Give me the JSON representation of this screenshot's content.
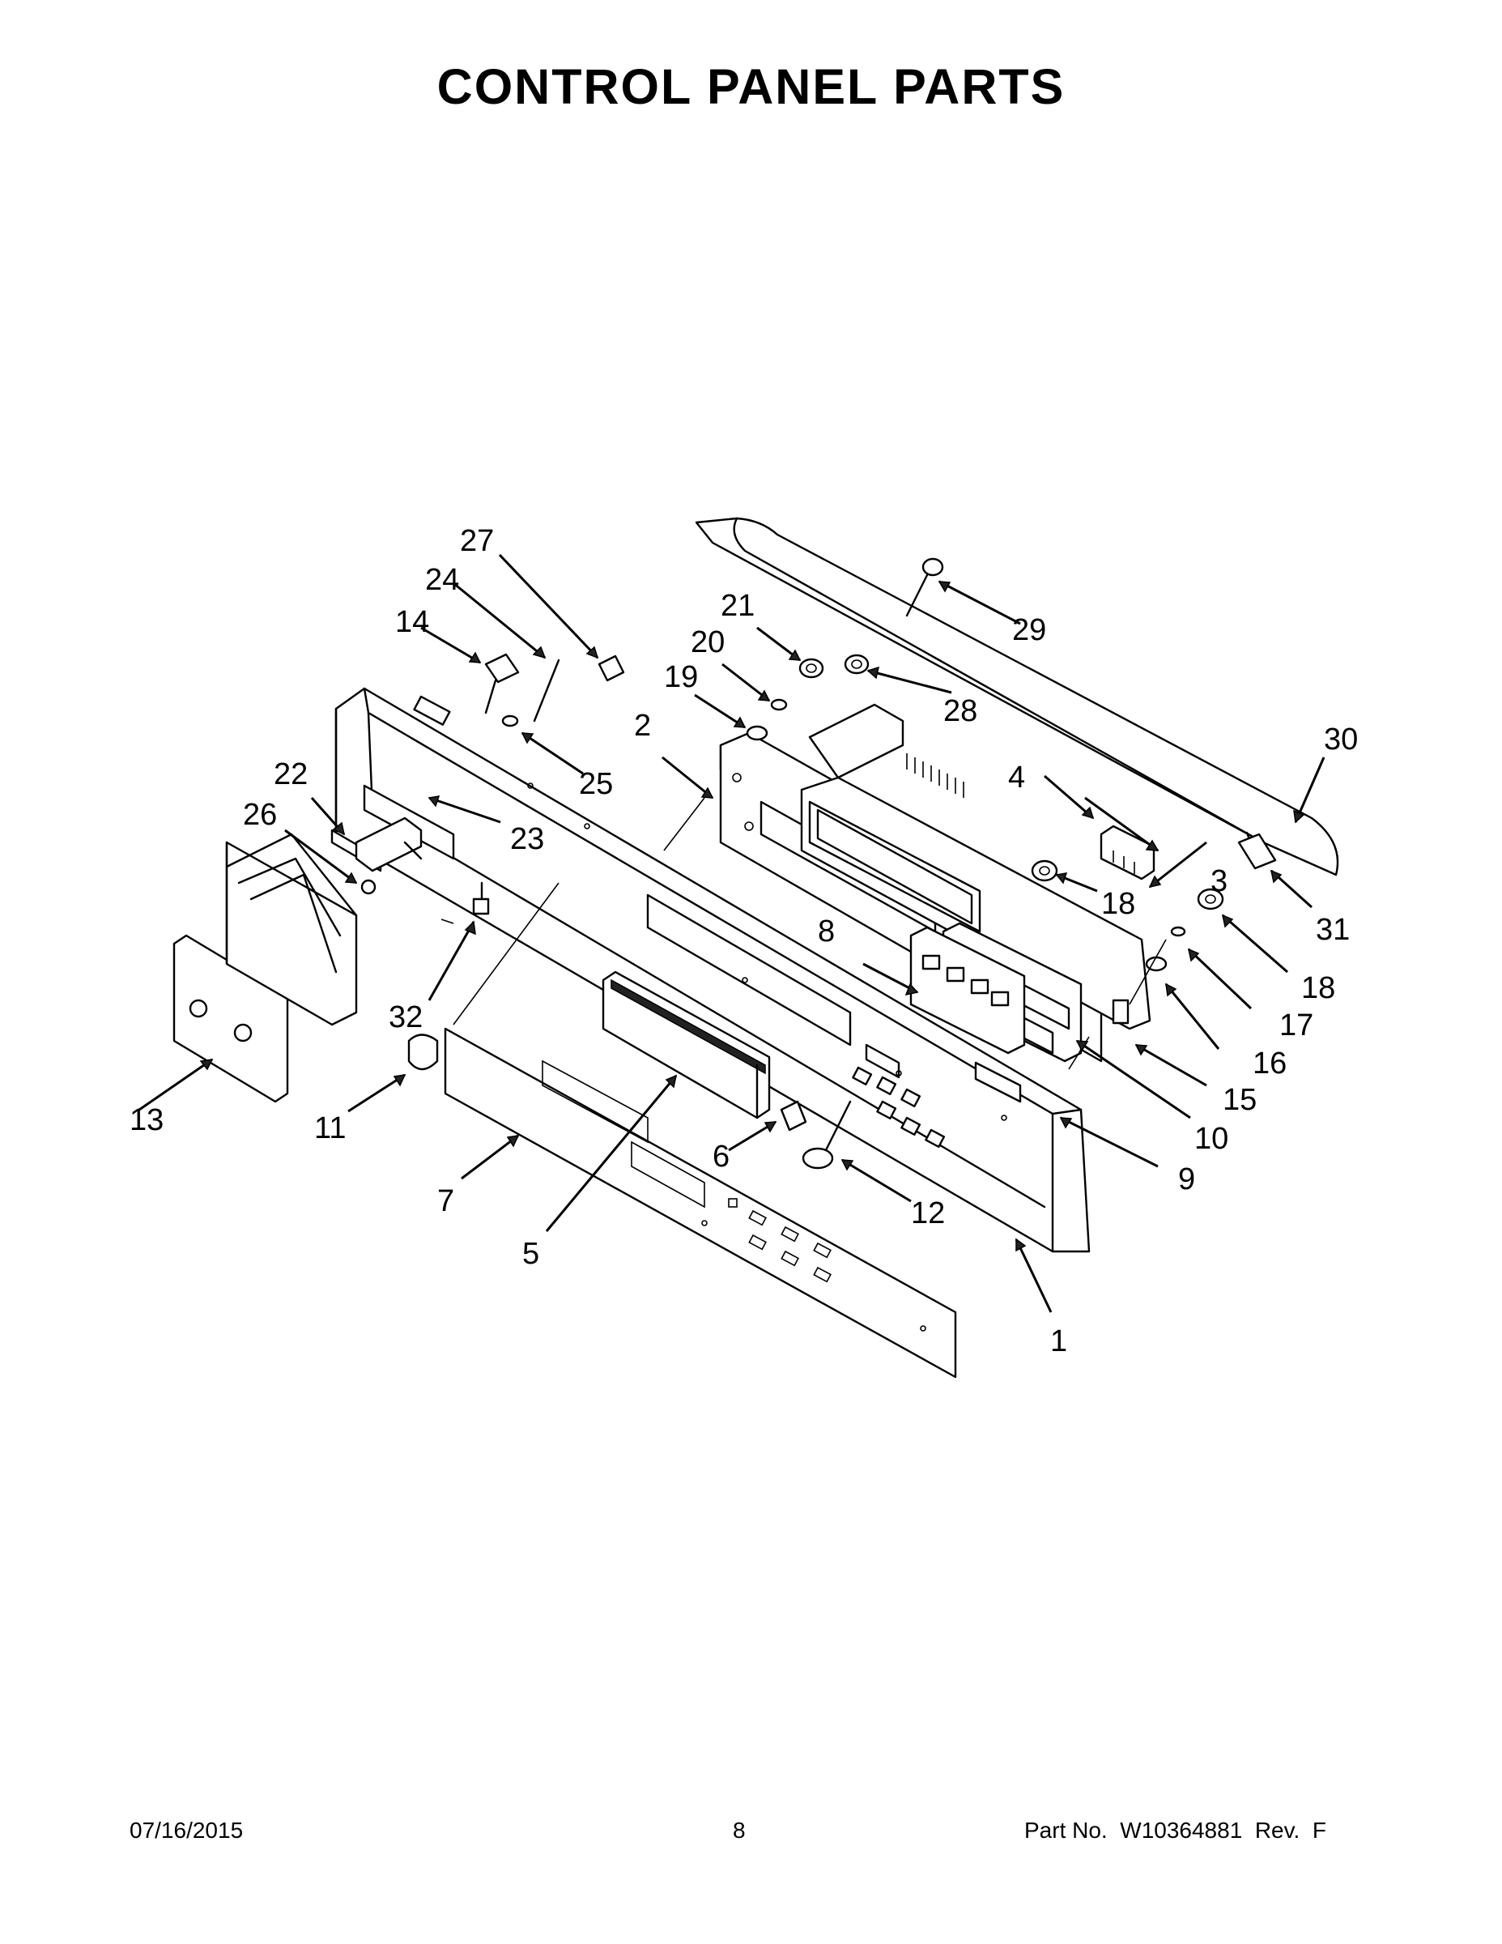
{
  "title": "CONTROL PANEL PARTS",
  "footer": {
    "date": "07/16/2015",
    "page": "8",
    "part_no": "Part No.  W10364881  Rev.  F"
  },
  "callouts": [
    "1",
    "2",
    "3",
    "4",
    "5",
    "6",
    "7",
    "8",
    "9",
    "10",
    "11",
    "12",
    "13",
    "14",
    "15",
    "16",
    "17",
    "18",
    "18",
    "19",
    "20",
    "21",
    "22",
    "23",
    "24",
    "25",
    "26",
    "27",
    "28",
    "29",
    "30",
    "31",
    "32"
  ]
}
